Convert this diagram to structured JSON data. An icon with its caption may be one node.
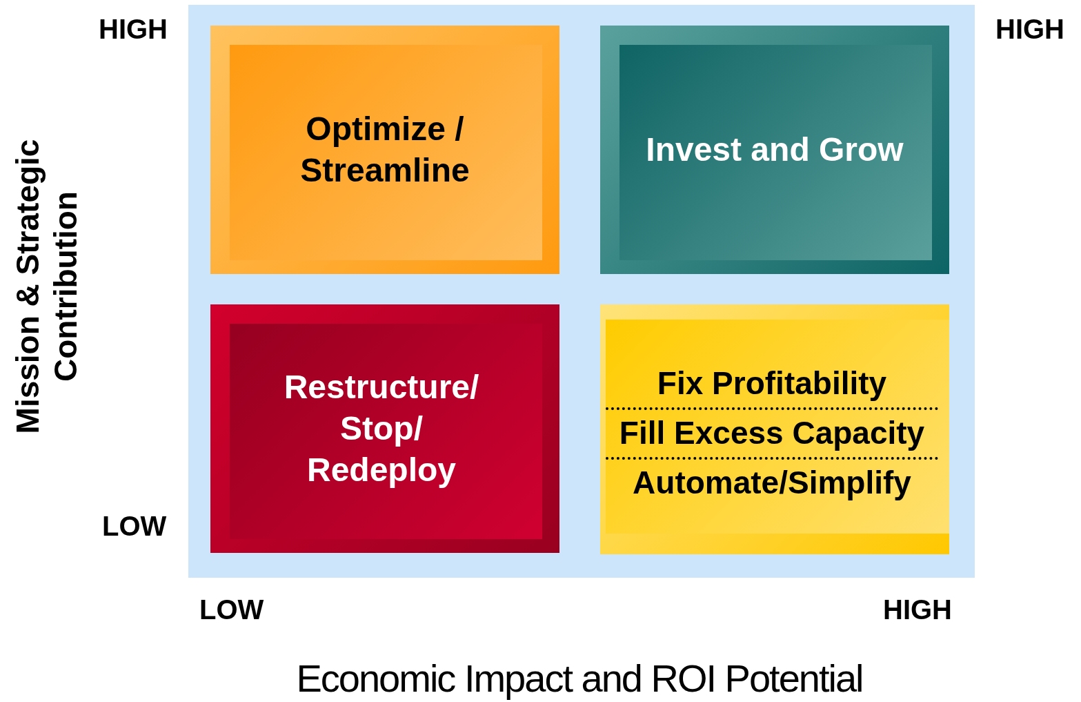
{
  "diagram": {
    "nodes": [
      {
        "text": [
          "Optimize / Streamline"
        ]
      },
      {
        "text": [
          "Invest and Grow"
        ]
      },
      {
        "text": [
          "Restructure/ Stop/ Redeploy"
        ]
      },
      {
        "text": [
          "Fix Profitability",
          "Fill Excess Capacity",
          "Automate/Simplify"
        ]
      }
    ],
    "labels": [
      "HIGH",
      "HIGH",
      "Mission & Strategic Contribution",
      "LOW",
      "LOW",
      "HIGH",
      "Economic Impact and ROI Potential"
    ]
  }
}
